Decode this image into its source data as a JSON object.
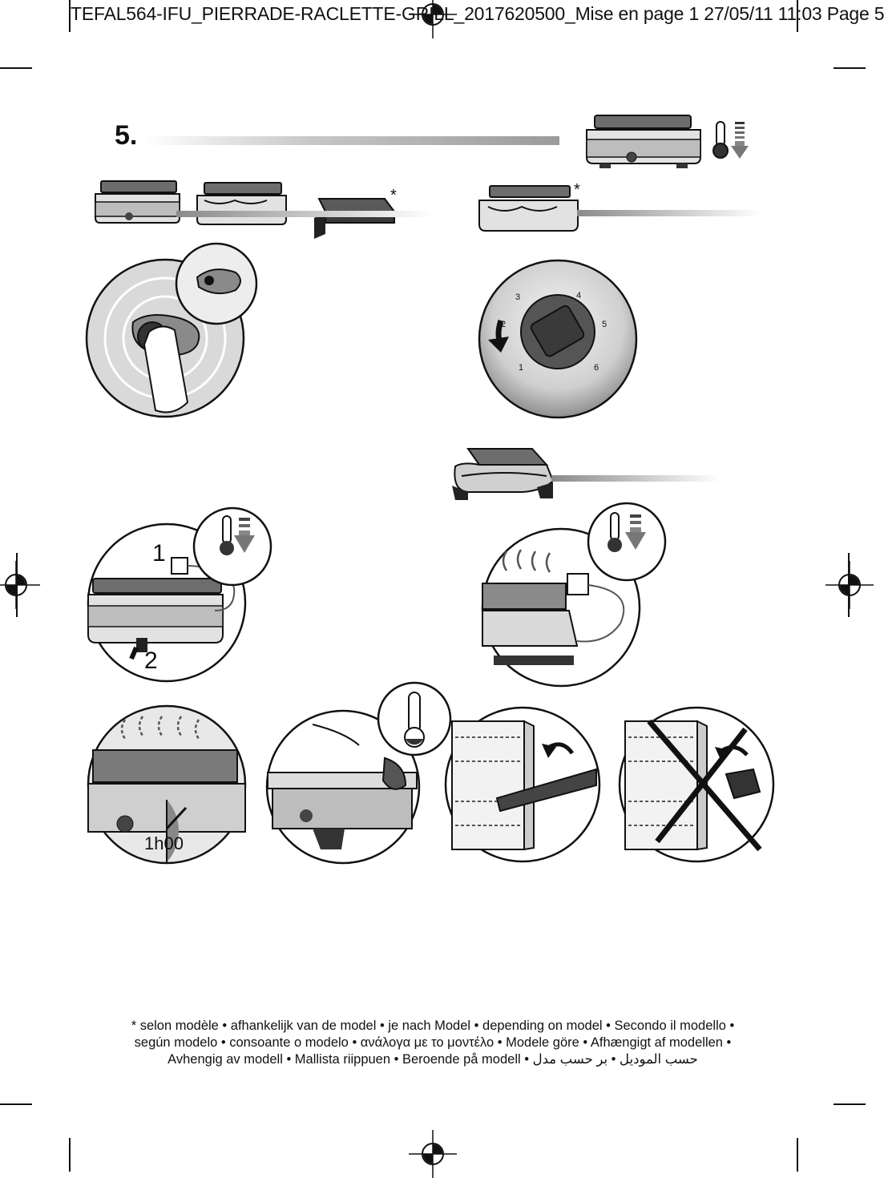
{
  "header": {
    "file_line": "TEFAL564-IFU_PIERRADE-RACLETTE-GRILL_2017620500_Mise en page 1  27/05/11  11:03  Page 5"
  },
  "section": {
    "number": "5."
  },
  "labels": {
    "asterisk_1": "*",
    "asterisk_2": "*",
    "step_one": "1",
    "step_two": "2",
    "timer": "1h00"
  },
  "dial": {
    "numbers": [
      "1",
      "2",
      "3",
      "4",
      "5",
      "6"
    ]
  },
  "footnote": {
    "line1": "* selon modèle • afhankelijk van de model • je nach Model • depending on model • Secondo il modello •",
    "line2": "según modelo • consoante o modelo • ανάλογα με το μοντέλο • Modele göre • Afhængigt af modellen •",
    "line3": "Avhengig av modell • Mallista riippuen • Beroende på modell • ﺣﺴﺐ ﺍﻟﻤﻮﺩﻳﻞ • ﺑﺮ ﺣﺴﺐ ﻣﺪﻝ"
  },
  "colors": {
    "ink": "#111111",
    "gray_light": "#d9d9d9",
    "gray_mid": "#9a9a9a",
    "gray_dark": "#3a3a3a"
  }
}
